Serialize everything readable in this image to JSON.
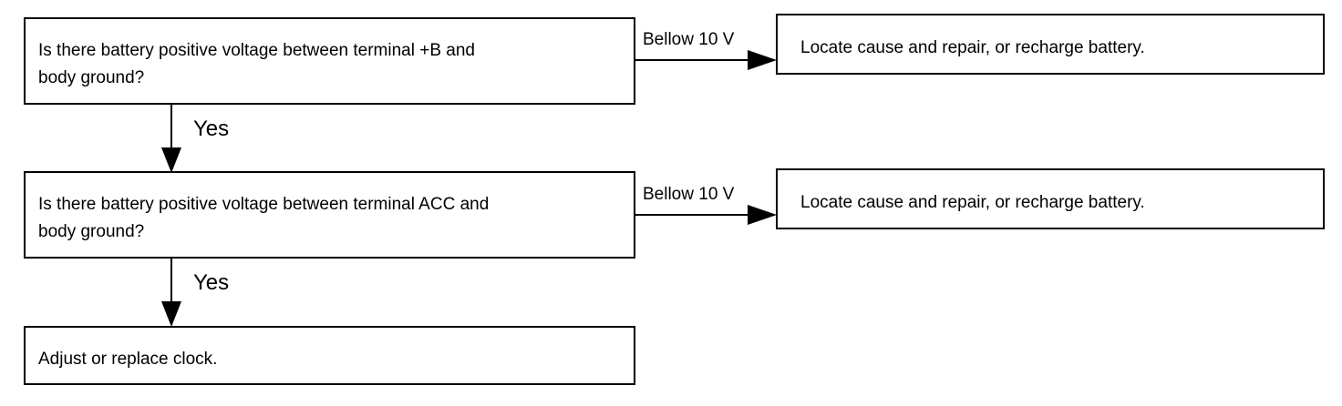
{
  "steps": [
    {
      "question": "Is there battery positive voltage between terminal +B and\nbody ground?",
      "side_label": "Bellow 10 V",
      "side_result": "Locate cause and repair, or recharge battery.",
      "down_label": "Yes"
    },
    {
      "question": "Is there battery positive voltage between terminal ACC and\nbody ground?",
      "side_label": "Bellow 10 V",
      "side_result": "Locate cause and repair, or recharge battery.",
      "down_label": "Yes"
    }
  ],
  "final": {
    "text": "Adjust or replace clock."
  }
}
